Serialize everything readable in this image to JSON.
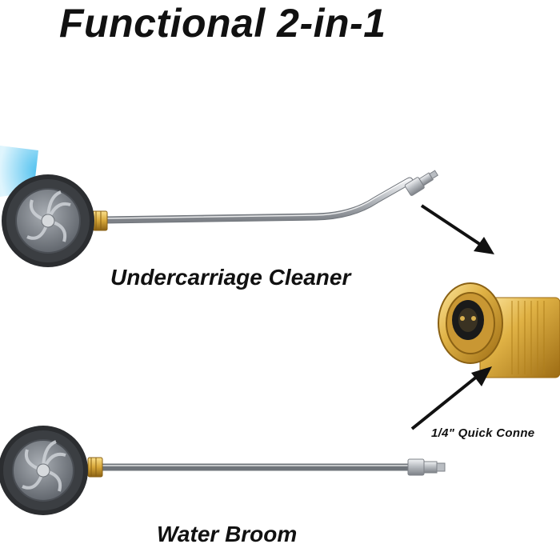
{
  "headline": "Functional 2-in-1",
  "products": {
    "undercarriage": {
      "label": "Undercarriage Cleaner",
      "icon": "undercarriage-cleaner-wand-icon"
    },
    "broom": {
      "label": "Water Broom",
      "icon": "water-broom-wand-icon"
    },
    "coupler": {
      "label": "1/4\" Quick Conne",
      "icon": "brass-quick-coupler-icon"
    }
  },
  "colors": {
    "text": "#111111",
    "wand_steel": "#c9ccd0",
    "brass": "#d4a53a",
    "rubber_wheel": "#2b2d30",
    "spray_blue": "#7fd0f2"
  }
}
